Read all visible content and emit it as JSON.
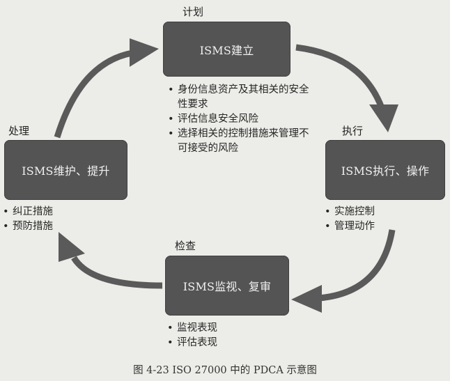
{
  "phases": {
    "plan": {
      "label": "计划",
      "box_text": "ISMS建立",
      "bullets": [
        "身份信息资产及其相关的安全性要求",
        "评估信息安全风险",
        "选择相关的控制措施来管理不可接受的风险"
      ]
    },
    "do": {
      "label": "执行",
      "box_text": "ISMS执行、操作",
      "bullets": [
        "实施控制",
        "管理动作"
      ]
    },
    "check": {
      "label": "检查",
      "box_text": "ISMS监视、复审",
      "bullets": [
        "监视表现",
        "评估表现"
      ]
    },
    "act": {
      "label": "处理",
      "box_text": "ISMS维护、提升",
      "bullets": [
        "纠正措施",
        "预防措施"
      ]
    }
  },
  "caption": "图 4-23    ISO 27000  中的 PDCA 示意图",
  "colors": {
    "box_fill": "#545454",
    "arrow": "#5a5a5a",
    "background": "#ecece8"
  },
  "icons": {
    "arrow_plan_to_do": "curved-arrow-icon",
    "arrow_do_to_check": "curved-arrow-icon",
    "arrow_check_to_act": "curved-arrow-icon",
    "arrow_act_to_plan": "curved-arrow-icon"
  }
}
